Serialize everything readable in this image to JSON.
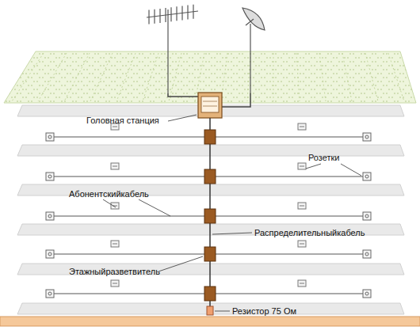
{
  "diagram": {
    "labels": [
      "Головная станция",
      "Розетки",
      "Абонентскийкабель",
      "Распределительныйкабель",
      "Этажныйразветвитель",
      "Резистор 75 Ом"
    ]
  }
}
